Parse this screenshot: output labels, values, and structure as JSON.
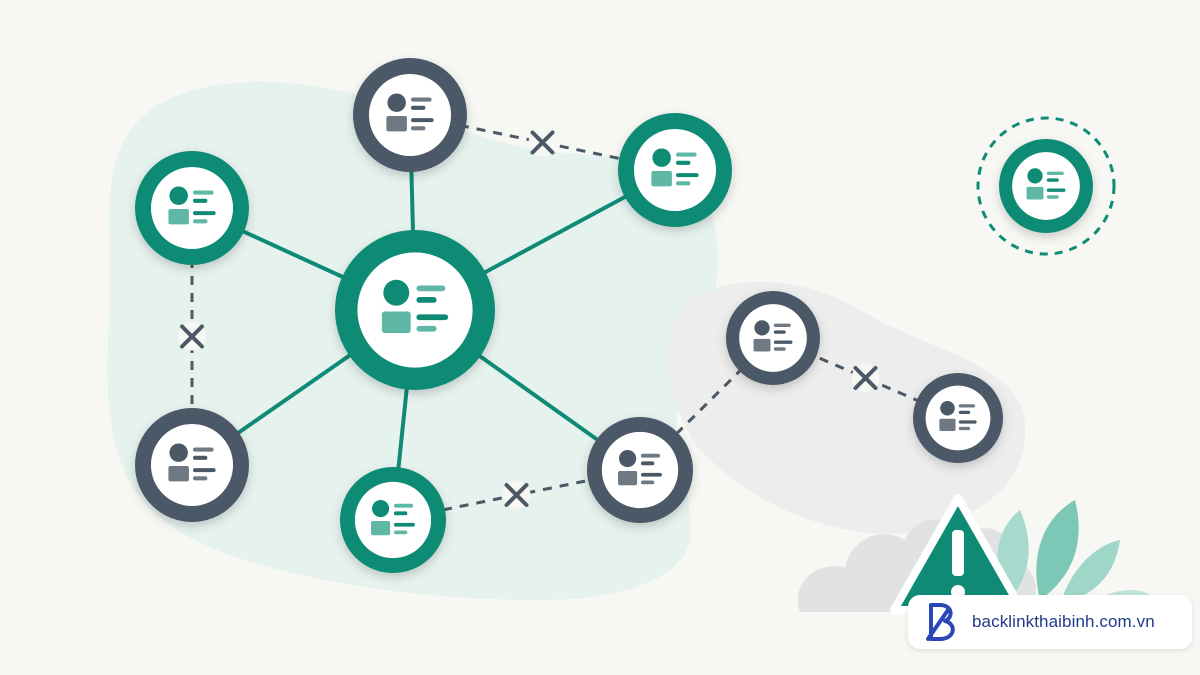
{
  "colors": {
    "teal": "#0f8b75",
    "slate": "#4b5967",
    "accent_teal": "#5fb8a6",
    "accent_slate": "#6e7984",
    "background": "#f7f7f4",
    "brand_blue": "#1f3a8a"
  },
  "icons": {
    "profile": "user-profile-card-icon",
    "broken_link": "x-mark-icon",
    "warning": "warning-triangle-icon",
    "logo": "brand-b-logo-icon"
  },
  "nodes": [
    {
      "id": "hub",
      "style": "teal"
    },
    {
      "id": "top",
      "style": "slate"
    },
    {
      "id": "top-right",
      "style": "teal"
    },
    {
      "id": "left-upper",
      "style": "teal"
    },
    {
      "id": "left-lower",
      "style": "slate"
    },
    {
      "id": "bottom",
      "style": "teal"
    },
    {
      "id": "bottom-right",
      "style": "slate"
    },
    {
      "id": "mid-right",
      "style": "slate"
    },
    {
      "id": "far-right",
      "style": "slate"
    },
    {
      "id": "isolated",
      "style": "teal"
    }
  ],
  "links": [
    {
      "from": "hub",
      "to": "top",
      "status": "connected"
    },
    {
      "from": "hub",
      "to": "top-right",
      "status": "connected"
    },
    {
      "from": "hub",
      "to": "left-upper",
      "status": "connected"
    },
    {
      "from": "hub",
      "to": "left-lower",
      "status": "connected"
    },
    {
      "from": "hub",
      "to": "bottom",
      "status": "connected"
    },
    {
      "from": "hub",
      "to": "bottom-right",
      "status": "connected"
    },
    {
      "from": "top",
      "to": "top-right",
      "status": "broken"
    },
    {
      "from": "left-upper",
      "to": "left-lower",
      "status": "broken"
    },
    {
      "from": "bottom",
      "to": "bottom-right",
      "status": "broken"
    },
    {
      "from": "bottom-right",
      "to": "mid-right",
      "status": "dashed"
    },
    {
      "from": "mid-right",
      "to": "far-right",
      "status": "broken"
    }
  ],
  "watermark": {
    "text": "backlinkthaibinh.com.vn"
  }
}
